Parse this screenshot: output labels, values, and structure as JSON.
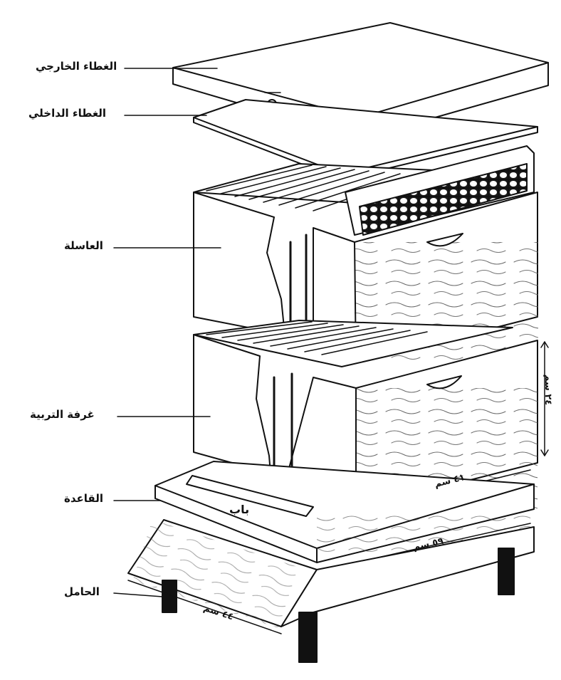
{
  "labels": {
    "outer_cover": "الغطاء الخارجي",
    "inner_cover": "الغطاء الداخلي",
    "super": "العاسلة",
    "brood_chamber": "غرفة التربية",
    "base": "القاعدة",
    "stand": "الحامل",
    "door": "باب"
  },
  "dimensions": {
    "box_height": "٢٤ سم",
    "box_width": "٤١ سم",
    "base_length": "٥٩ سم",
    "stand_width": "٤٤ سم"
  },
  "colors": {
    "ink": "#111111",
    "paper": "#ffffff",
    "comb": "#2a2a2a"
  }
}
